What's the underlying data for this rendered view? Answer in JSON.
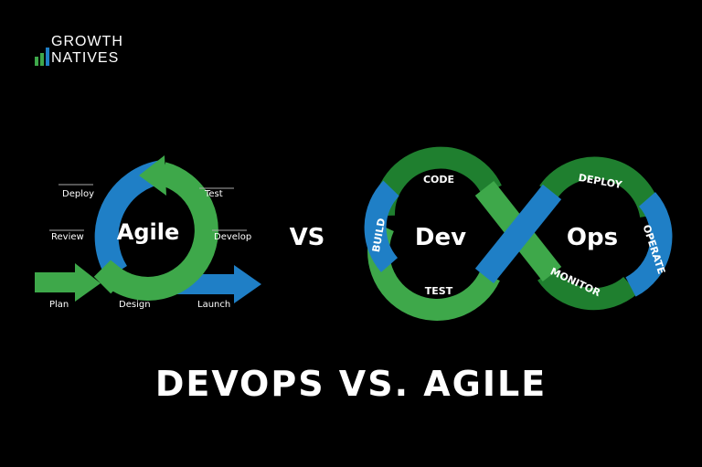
{
  "logo": {
    "line1": "GROWTH",
    "line2": "NATIVES"
  },
  "agile": {
    "center": "Agile",
    "labels": [
      "Deploy",
      "Test",
      "Review",
      "Develop",
      "Plan",
      "Design",
      "Launch"
    ]
  },
  "vs": "VS",
  "devops": {
    "left": "Dev",
    "right": "Ops",
    "labels": [
      "CODE",
      "DEPLOY",
      "BUILD",
      "OPERATE",
      "TEST",
      "MONITOR"
    ]
  },
  "title": "DEVOPS VS. AGILE",
  "colors": {
    "background": "#000000",
    "green": "#3ea84a",
    "dark_green": "#1f7f2f",
    "blue": "#1f7fc6",
    "text": "#ffffff"
  },
  "icons": [
    "logo-bars-icon"
  ]
}
